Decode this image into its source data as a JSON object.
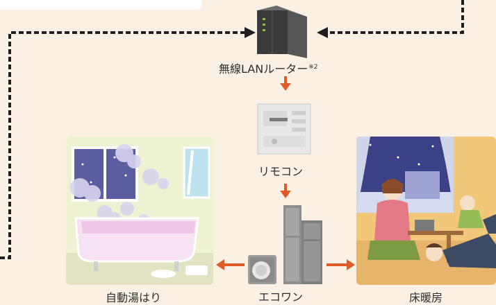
{
  "labels": {
    "router": "無線LANルーター",
    "router_note": "※2",
    "remote": "リモコン",
    "ecoone": "エコワン",
    "bath": "自動湯はり",
    "floor_heating": "床暖房"
  },
  "colors": {
    "background": "#faf1e4",
    "arrow_orange": "#e05a2a",
    "dotted_line": "#1f1f1f"
  },
  "icons": [
    "router-icon",
    "remote-controller-icon",
    "ecoone-unit-icon"
  ]
}
